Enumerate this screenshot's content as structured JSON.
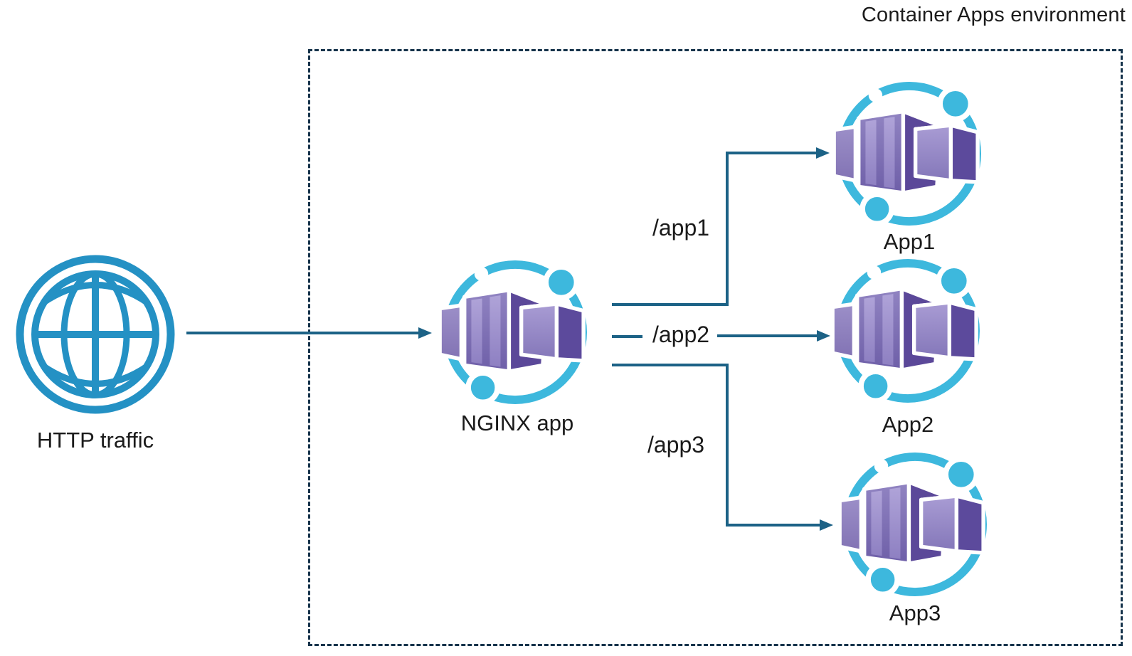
{
  "environment": {
    "title": "Container Apps environment"
  },
  "nodes": {
    "http": {
      "label": "HTTP traffic",
      "icon": "globe-icon"
    },
    "nginx": {
      "label": "NGINX app",
      "icon": "container-apps-icon"
    },
    "app1": {
      "label": "App1",
      "icon": "container-apps-icon"
    },
    "app2": {
      "label": "App2",
      "icon": "container-apps-icon"
    },
    "app3": {
      "label": "App3",
      "icon": "container-apps-icon"
    }
  },
  "routes": {
    "app1": {
      "label": "/app1"
    },
    "app2": {
      "label": "/app2"
    },
    "app3": {
      "label": "/app3"
    }
  },
  "colors": {
    "text": "#1b1b1b",
    "border": "#16334B",
    "arrow": "#1C6286",
    "globe": "#2491C4",
    "cyan": "#3DB8DD",
    "purple_dark": "#5B4899",
    "purple_mid": "#8070B5",
    "purple_light": "#A89BD3"
  }
}
